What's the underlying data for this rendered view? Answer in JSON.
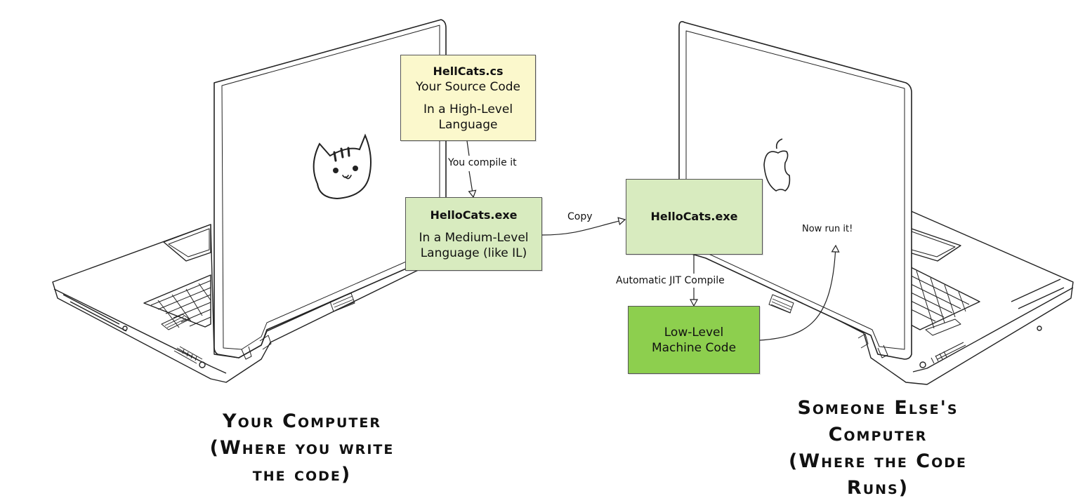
{
  "source_box": {
    "title": "HellCats.cs",
    "line1": "Your Source Code",
    "line2": "In a High-Level",
    "line3": "Language",
    "color": "#fbf8cc"
  },
  "compile_label": "You compile it",
  "exe_box_mine": {
    "title": "HelloCats.exe",
    "line1": "In a Medium-Level",
    "line2": "Language (like IL)",
    "color": "#d8ebbf"
  },
  "copy_label": "Copy",
  "exe_box_theirs": {
    "title": "HelloCats.exe",
    "color": "#d8ebbf"
  },
  "jit_label": "Automatic JIT Compile",
  "machine_box": {
    "line1": "Low-Level",
    "line2": "Machine Code",
    "color": "#8dcf4e"
  },
  "run_label": "Now run it!",
  "captions": {
    "left_line1": "Your Computer",
    "left_line2": "(Where you write",
    "left_line3": "the code)",
    "right_line1": "Someone Else's",
    "right_line2": "Computer",
    "right_line3": "(Where the Code",
    "right_line4": "Runs)"
  },
  "icons": {
    "left_laptop": "laptop-icon",
    "right_laptop": "laptop-icon",
    "cat_sticker": "cat-face-icon",
    "apple_logo": "apple-logo-icon"
  }
}
